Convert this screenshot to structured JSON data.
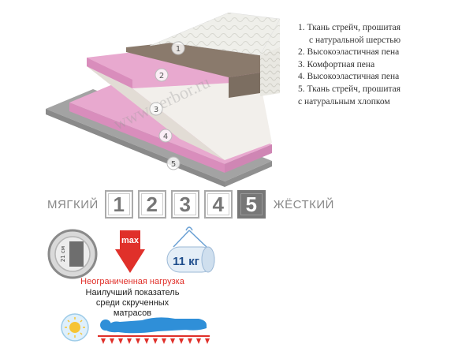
{
  "layer_numbers": [
    "1",
    "2",
    "3",
    "4",
    "5"
  ],
  "legend": [
    {
      "line1": "1. Ткань стрейч, прошитая",
      "line2": "с натуральной шерстью"
    },
    {
      "line1": "2. Высокоэластичная пена"
    },
    {
      "line1": "3. Комфортная пена"
    },
    {
      "line1": "4. Высокоэластичная пена"
    },
    {
      "line1": "5. Ткань стрейч, прошитая",
      "line2": "с натуральным хлопком"
    }
  ],
  "watermark": "www.gerbor.ru",
  "firmness": {
    "soft_label": "МЯГКИЙ",
    "hard_label": "ЖЁСТКИЙ",
    "levels": [
      "1",
      "2",
      "3",
      "4",
      "5"
    ],
    "active_level": 5
  },
  "features": {
    "roll_height": "21 см",
    "max_label": "max",
    "weight": "11 кг",
    "load_text": "Неограниченная нагрузка",
    "roll_note_line1": "Наилучший показатель",
    "roll_note_line2": "среди скрученных",
    "roll_note_line3": "матрасов"
  },
  "colors": {
    "red": "#e0302a",
    "pink": "#e8a9cf",
    "brown": "#8a7a6c",
    "grey": "#9e9e9e",
    "active_box": "#777777"
  }
}
